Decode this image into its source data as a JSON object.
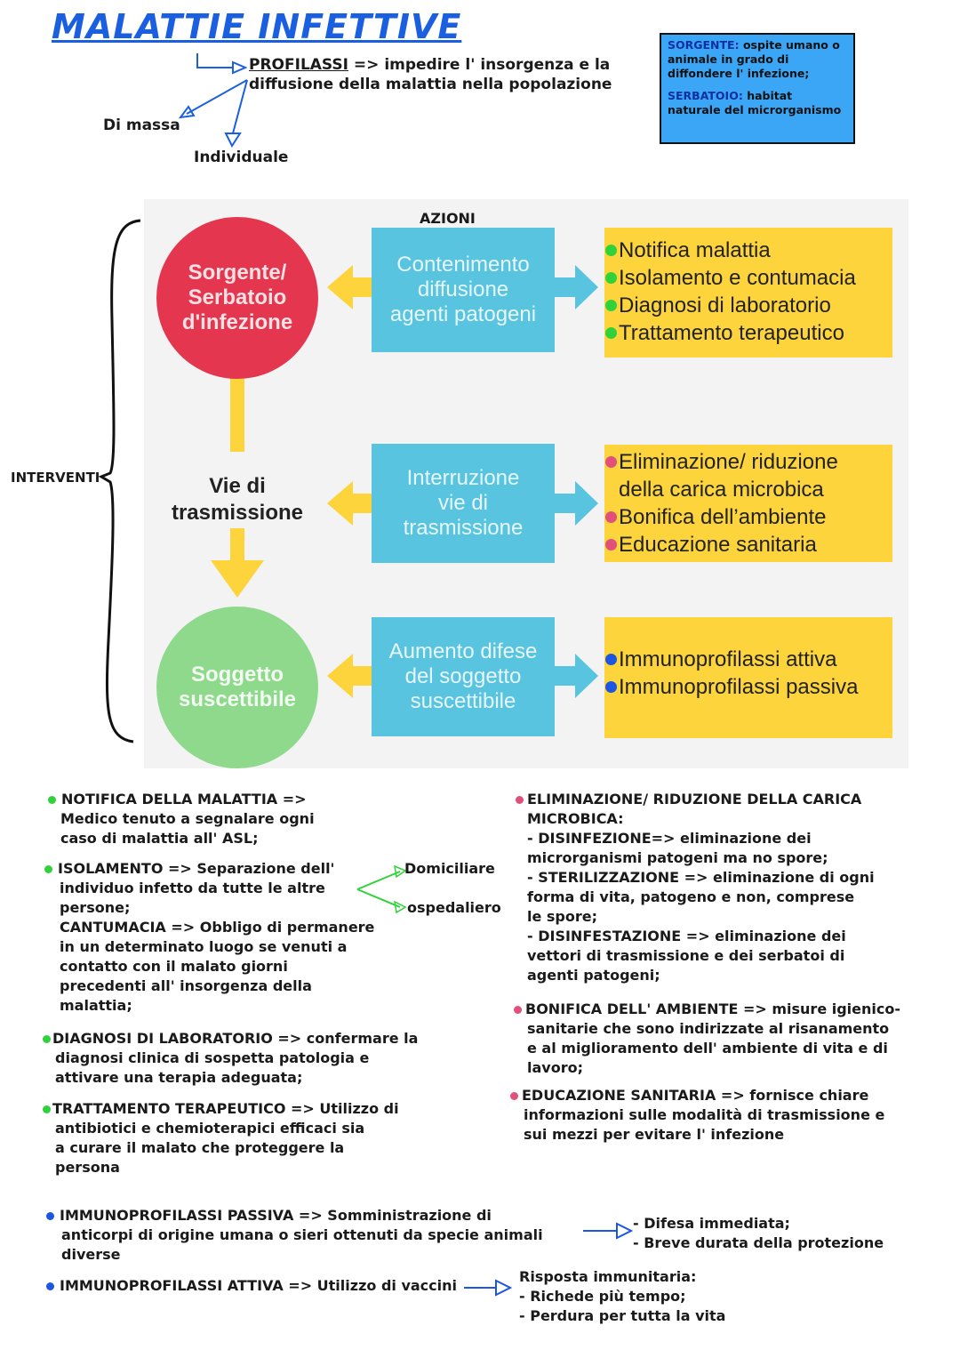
{
  "title": "MALATTIE INFETTIVE",
  "profilassi": {
    "label": "PROFILASSI",
    "line1": "=> impedire l' insorgenza e la",
    "line2": "diffusione della malattia nella popolazione",
    "branch_massa": "Di massa",
    "branch_individuale": "Individuale"
  },
  "infobox": {
    "sorgente_label": "SORGENTE:",
    "sorgente_text": "ospite umano o animale in grado di diffondere l' infezione;",
    "serbatoio_label": "SERBATOIO:",
    "serbatoio_text": "habitat naturale del microrganismo"
  },
  "interventi": "INTERVENTI",
  "diagram": {
    "azioni": "AZIONI",
    "left": {
      "sorgente": "Sorgente/ Serbatoio d'infezione",
      "vie": "Vie di trasmissione",
      "soggetto": "Soggetto suscettibile"
    },
    "middle": {
      "contenimento": "Contenimento diffusione agenti patogeni",
      "interruzione": "Interruzione vie di trasmissione",
      "aumento": "Aumento difese del soggetto suscettibile"
    },
    "right": {
      "group1": [
        "Notifica malattia",
        "Isolamento e contumacia",
        "Diagnosi di laboratorio",
        "Trattamento terapeutico"
      ],
      "group2_a1": "Eliminazione/ riduzione",
      "group2_a2": "della carica microbica",
      "group2_b": "Bonifica dell’ambiente",
      "group2_c": "Educazione sanitaria",
      "group3": [
        "Immunoprofilassi attiva",
        "Immunoprofilassi passiva"
      ]
    },
    "colors": {
      "sorgente": "#e5364f",
      "soggetto": "#8ed98c",
      "cyan": "#58c4df",
      "yellow": "#fdd43c",
      "arrow": "#fdd43c"
    }
  },
  "notes_left": {
    "notifica_head": "NOTIFICA DELLA MALATTIA =>",
    "notifica_body": [
      "Medico tenuto a segnalare ogni",
      "caso di malattia all' ASL;"
    ],
    "isolamento": [
      "ISOLAMENTO => Separazione dell'",
      "individuo infetto da tutte le altre",
      "persone;"
    ],
    "isolamento_domiciliare": "Domiciliare",
    "isolamento_ospedaliero": "ospedaliero",
    "cantumacia": [
      "CANTUMACIA => Obbligo di permanere",
      "in un determinato luogo se venuti a",
      "contatto con il malato giorni",
      "precedenti all' insorgenza della",
      "malattia;"
    ],
    "diagnosi": [
      "DIAGNOSI DI LABORATORIO => confermare la",
      "diagnosi clinica di sospetta patologia e",
      "attivare una terapia adeguata;"
    ],
    "trattamento": [
      "TRATTAMENTO TERAPEUTICO => Utilizzo di",
      "antibiotici e chemioterapici efficaci sia",
      "a curare il malato che proteggere la",
      "persona"
    ]
  },
  "notes_right": {
    "eliminazione": [
      "ELIMINAZIONE/ RIDUZIONE DELLA CARICA",
      "MICROBICA:",
      "- DISINFEZIONE=> eliminazione dei",
      "microrganismi patogeni ma no spore;",
      "- STERILIZZAZIONE => eliminazione di ogni",
      "forma di vita, patogeno e non, comprese",
      "le spore;",
      "- DISINFESTAZIONE => eliminazione dei",
      "vettori di trasmissione e dei serbatoi di",
      "agenti patogeni;"
    ],
    "bonifica": [
      "BONIFICA DELL' AMBIENTE => misure igienico-",
      "sanitarie che sono indirizzate al risanamento",
      "e al miglioramento dell' ambiente di vita e di",
      "lavoro;"
    ],
    "educazione": [
      "EDUCAZIONE SANITARIA => fornisce chiare",
      "informazioni sulle modalità di trasmissione e",
      "sui mezzi per evitare l' infezione"
    ]
  },
  "notes_bottom": {
    "passiva": [
      "IMMUNOPROFILASSI PASSIVA => Somministrazione di",
      "anticorpi di origine umana o sieri ottenuti da specie animali",
      "diverse"
    ],
    "passiva_result": [
      "- Difesa immediata;",
      "- Breve durata della protezione"
    ],
    "attiva": "IMMUNOPROFILASSI ATTIVA => Utilizzo di vaccini",
    "attiva_result": [
      "Risposta immunitaria:",
      "- Richede più tempo;",
      "- Perdura per tutta la vita"
    ]
  }
}
